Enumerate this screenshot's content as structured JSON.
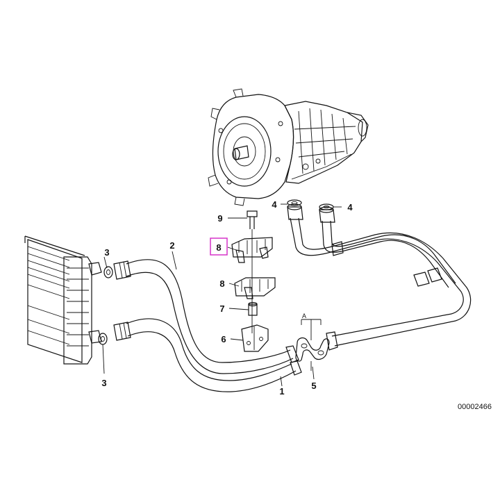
{
  "diagram": {
    "part_labels": {
      "p1": "1",
      "p2": "2",
      "p3a": "3",
      "p3b": "3",
      "p4a": "4",
      "p4b": "4",
      "p5": "5",
      "p6": "6",
      "p7": "7",
      "p8a": "8",
      "p8b": "8",
      "p9": "9",
      "section": "A"
    },
    "highlight_color": "#d633c8",
    "reference_number": "00002466"
  }
}
